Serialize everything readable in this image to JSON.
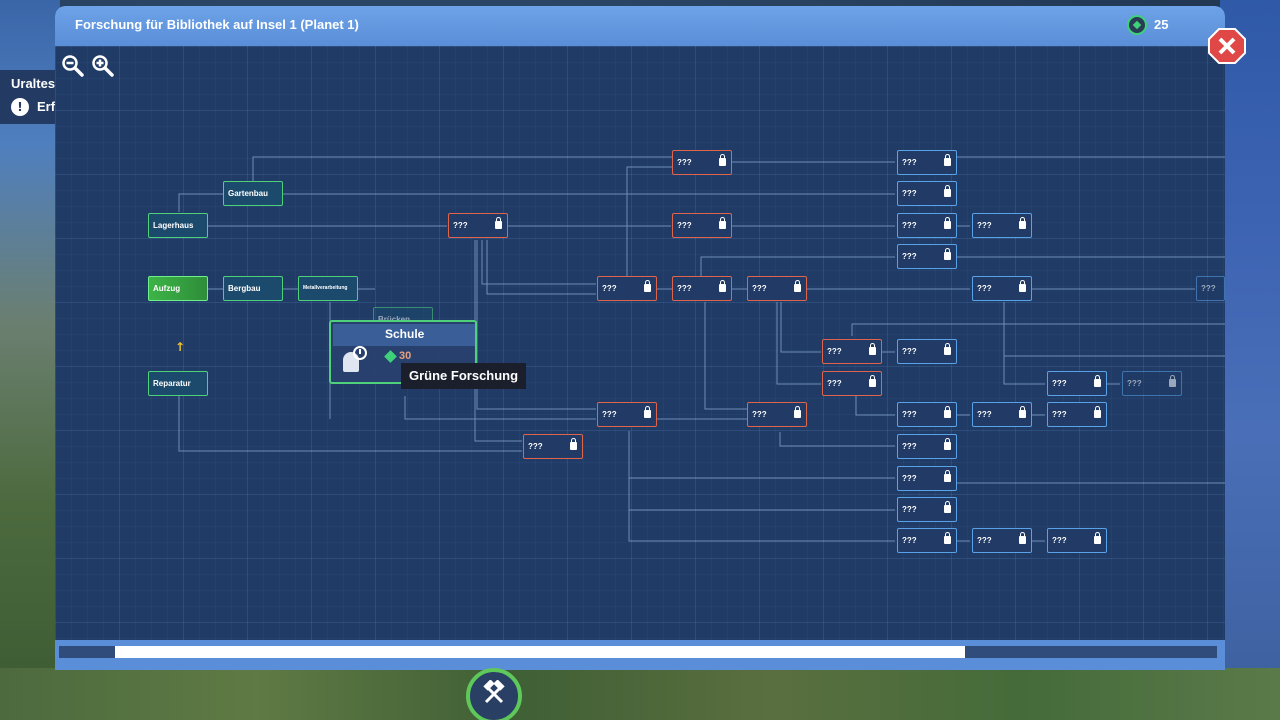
{
  "window": {
    "title": "Forschung für Bibliothek auf Insel 1 (Planet 1)",
    "points": "25"
  },
  "quest": {
    "title": "Uraltes",
    "text": "Erf"
  },
  "tooltip": {
    "title": "Schule",
    "cost": "30",
    "category": "Grüne Forschung"
  },
  "nodes": {
    "gartenbau": "Gartenbau",
    "lagerhaus": "Lagerhaus",
    "aufzug": "Aufzug",
    "bergbau": "Bergbau",
    "metallverarbeitung": "Metallverarbeitung",
    "bruecken": "Brücken",
    "reparatur": "Reparatur",
    "unknown": "???"
  },
  "colors": {
    "accent_green": "#4fd07a",
    "locked_red": "#e0644a",
    "locked_blue": "#5aa2e8"
  },
  "icons": {
    "zoom_out": "zoom-out-icon",
    "zoom_in": "zoom-in-icon",
    "close": "close-icon",
    "build": "hammer-icon"
  }
}
